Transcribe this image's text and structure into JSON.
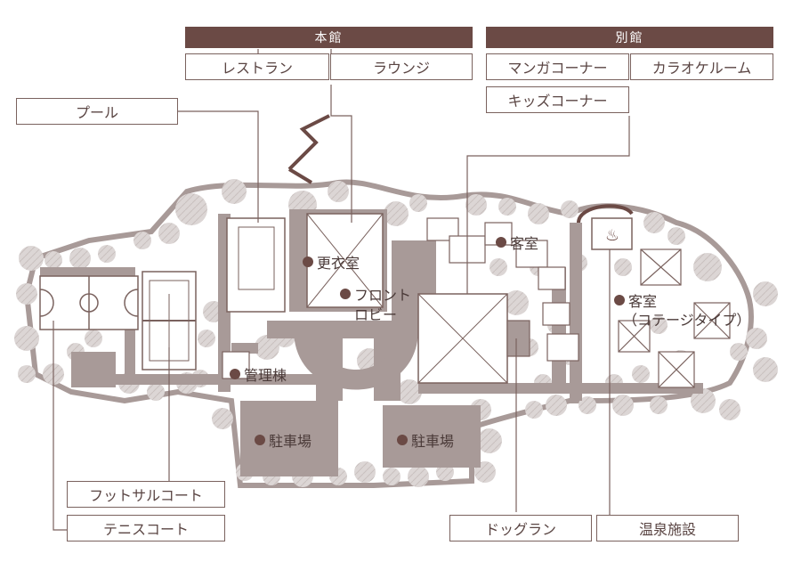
{
  "headers": {
    "main": "本館",
    "annex": "別館"
  },
  "boxes": {
    "restaurant": "レストラン",
    "lounge": "ラウンジ",
    "manga": "マンガコーナー",
    "karaoke": "カラオケルーム",
    "kids": "キッズコーナー",
    "pool": "プール",
    "futsal": "フットサルコート",
    "tennis": "テニスコート",
    "dogrun": "ドッグラン",
    "onsen": "温泉施設"
  },
  "labels": {
    "changing": "更衣室",
    "front": "フロント",
    "lobby": "ロビー",
    "guestroom": "客室",
    "guestroom_cottage": "客室",
    "cottage_type": "（コテージタイプ）",
    "admin": "管理棟",
    "parking1": "駐車場",
    "parking2": "駐車場"
  },
  "colors": {
    "header_bg": "#6b4a45",
    "building_fill": "#a89a98",
    "road_fill": "#a89a98",
    "tree_fill": "#dcd6d5",
    "outline": "#7a625e"
  },
  "icons": {
    "onsen": "hot-spring-icon"
  }
}
